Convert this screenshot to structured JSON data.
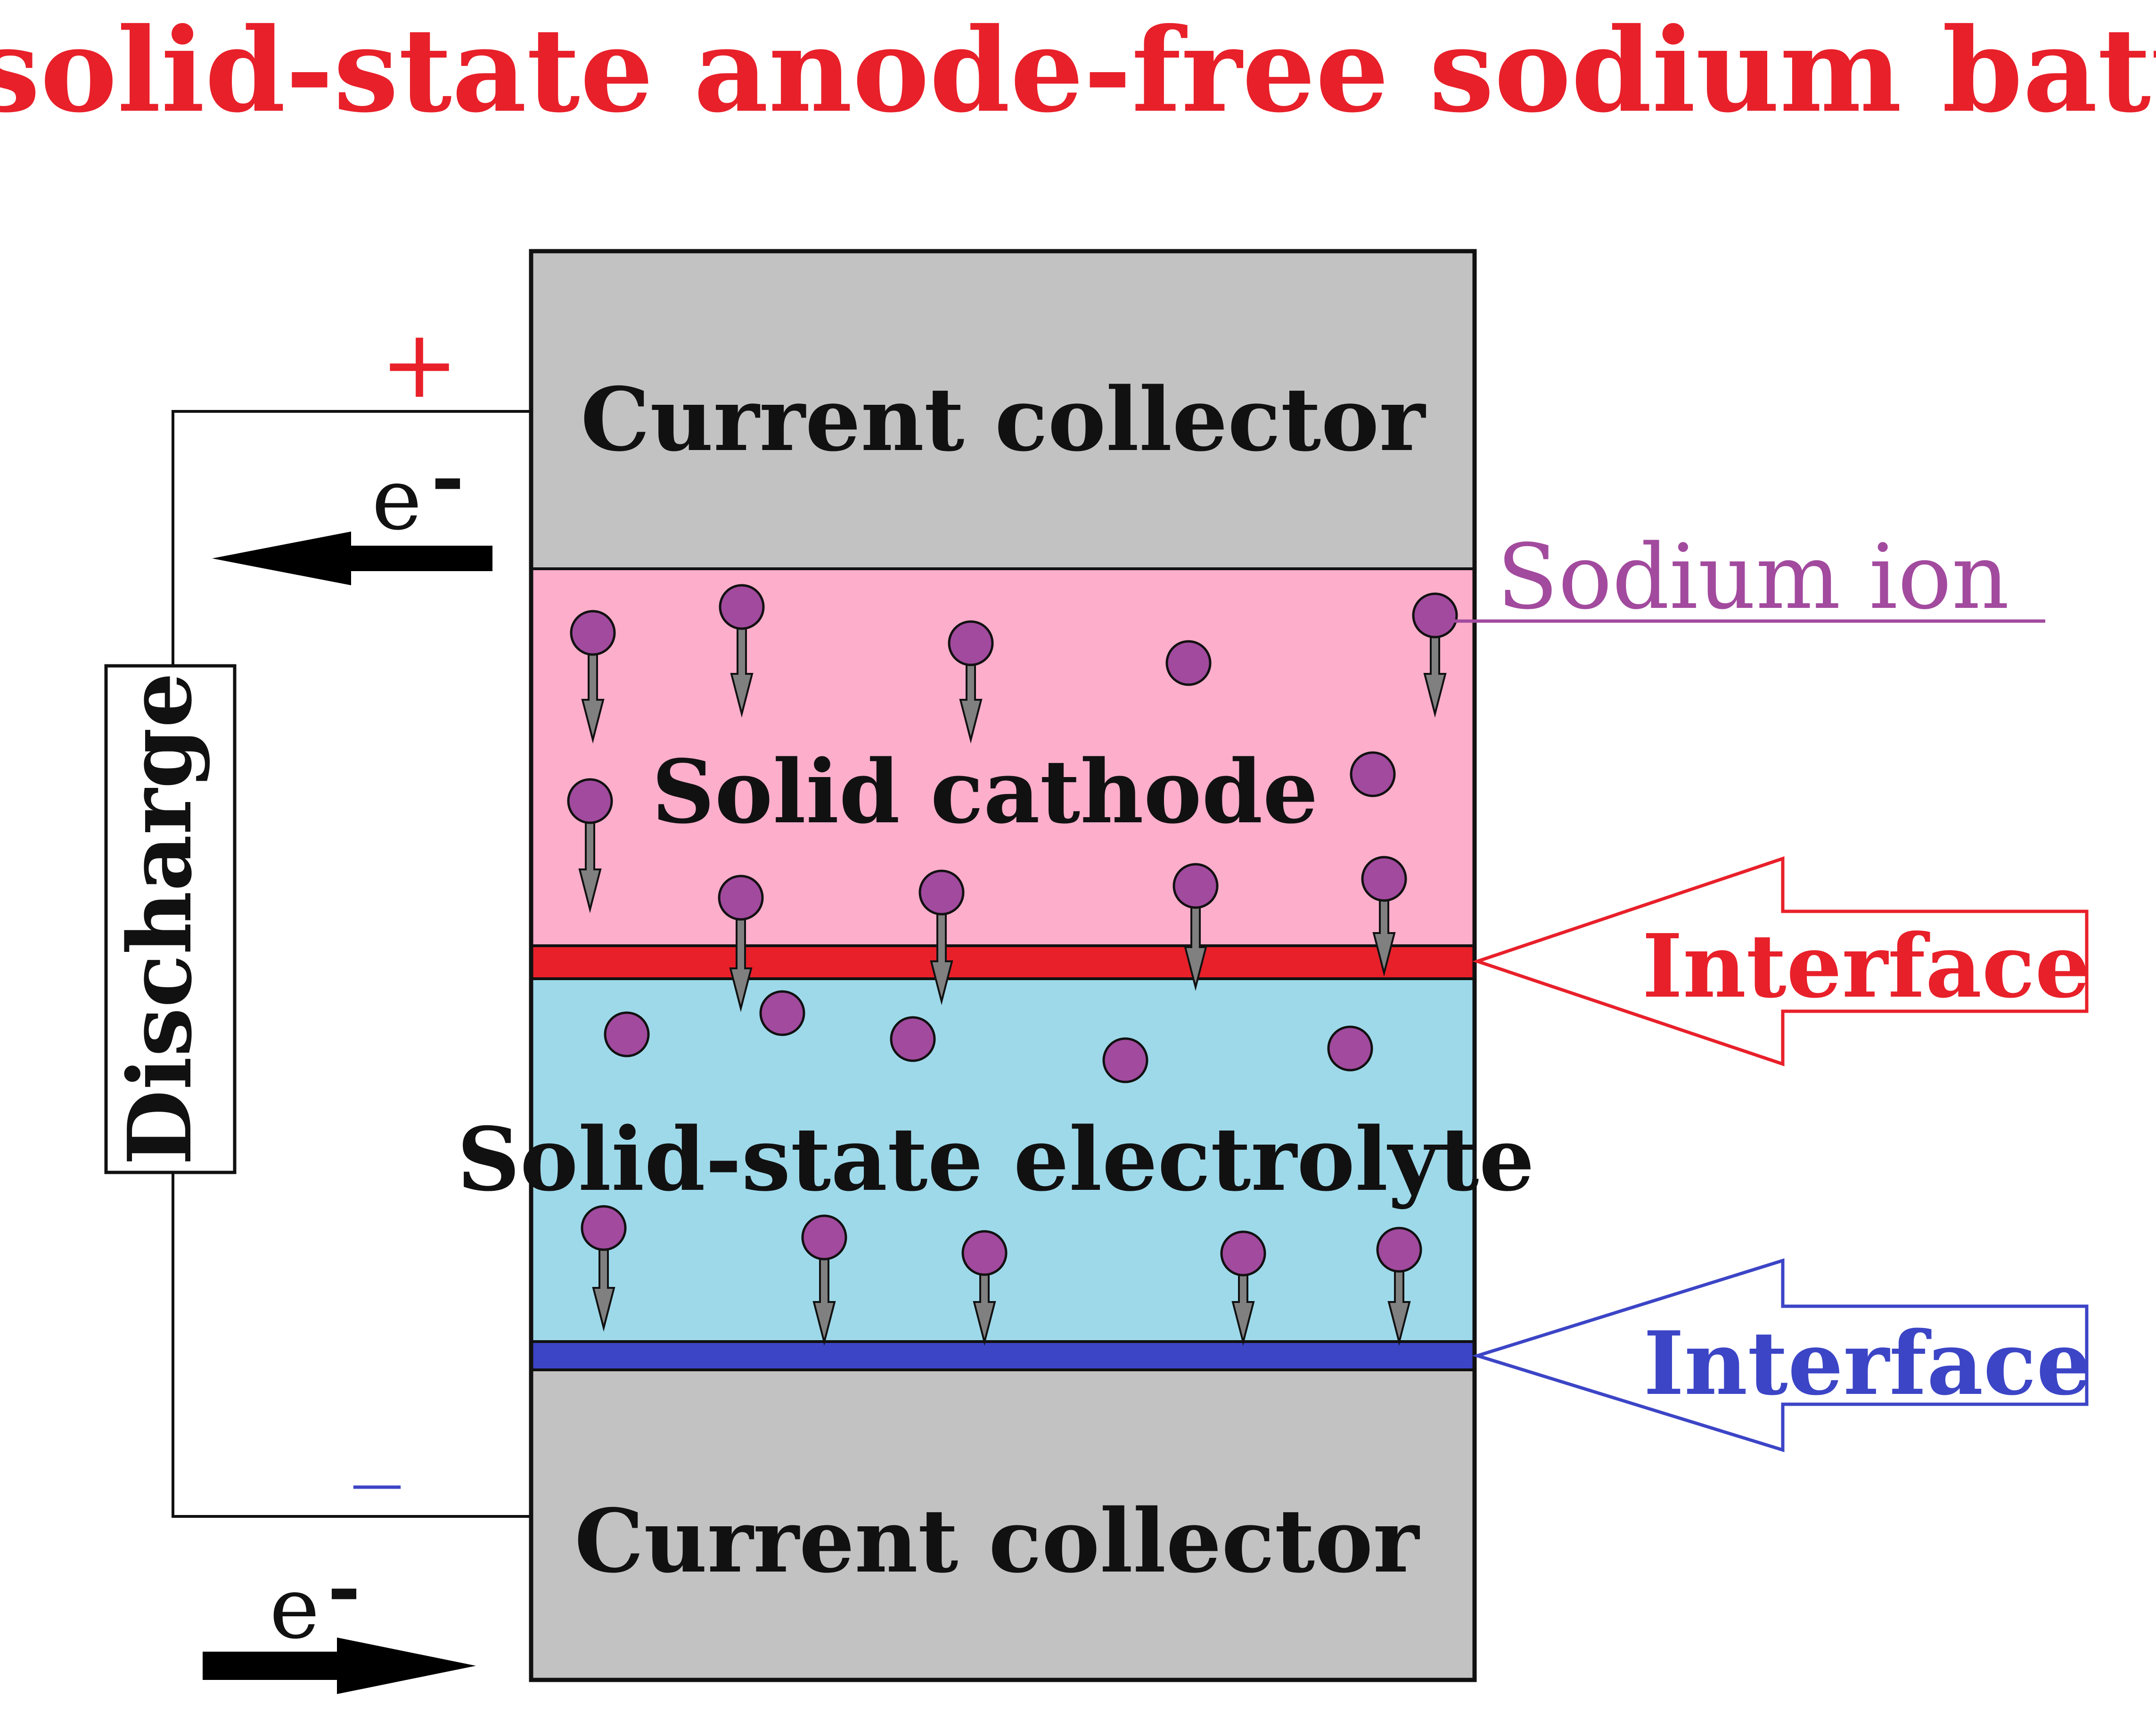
{
  "title": "All-solid-state anode-free sodium battery",
  "layers": {
    "top_collector": "Current collector",
    "cathode": "Solid cathode",
    "electrolyte": "Solid-state electrolyte",
    "bottom_collector": "Current collector"
  },
  "labels": {
    "sodium_ion": "Sodium ion",
    "interface_cathode": "Interface",
    "interface_anode": "Interface",
    "discharge": "Discharge",
    "electron_top": "e",
    "electron_bottom": "e",
    "electron_charge": "-",
    "plus": "+",
    "minus": "—"
  },
  "colors": {
    "title": "#e8202a",
    "collector": "#c2c2c2",
    "cathode": "#fcaecb",
    "electrolyte": "#9ed9ea",
    "interface_cathode": "#e8202a",
    "interface_anode": "#3c45c6",
    "sodium_ion": "#a24a9e",
    "ion_arrow": "#808080",
    "outline": "#111111"
  },
  "icons": {
    "ion": "sodium-ion-circle",
    "ion_motion": "down-arrow-icon",
    "electron_flow": "thick-arrow-icon",
    "callout": "hollow-left-arrow-icon"
  }
}
